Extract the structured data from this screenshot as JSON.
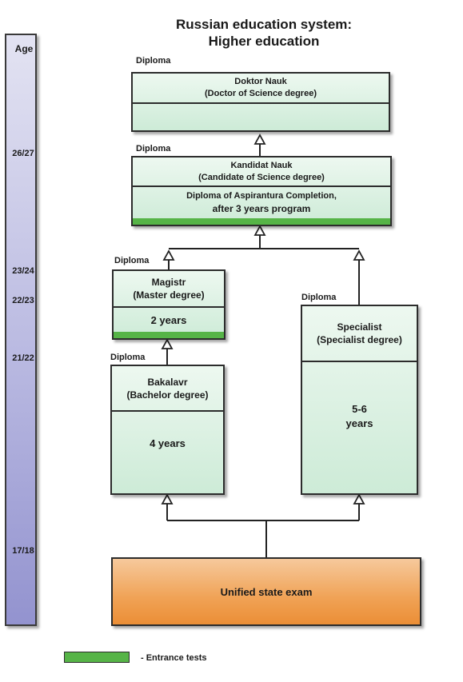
{
  "title": {
    "line1": "Russian education system:",
    "line2": "Higher education"
  },
  "age_axis": {
    "heading": "Age",
    "marks": [
      {
        "label": "26/27"
      },
      {
        "label": "23/24"
      },
      {
        "label": "22/23"
      },
      {
        "label": "21/22"
      },
      {
        "label": "17/18"
      }
    ]
  },
  "diploma_label": "Diploma",
  "boxes": {
    "doktor": {
      "name": "Doktor Nauk",
      "subtitle": "(Doctor of Science degree)",
      "duration": ""
    },
    "kandidat": {
      "name": "Kandidat Nauk",
      "subtitle": "(Candidate of Science degree)",
      "duration_line1": "Diploma of Aspirantura Completion,",
      "duration_line2": "after 3 years program"
    },
    "magistr": {
      "name": "Magistr",
      "subtitle": "(Master degree)",
      "duration": "2 years"
    },
    "bakalavr": {
      "name": "Bakalavr",
      "subtitle": "(Bachelor degree)",
      "duration": "4 years"
    },
    "specialist": {
      "name": "Specialist",
      "subtitle": "(Specialist degree)",
      "duration_line1": "5-6",
      "duration_line2": "years"
    },
    "exam": {
      "label": "Unified state exam"
    }
  },
  "legend": {
    "label": "- Entrance tests",
    "color": "#56b447"
  },
  "colors": {
    "box_fill": "#cdebd7",
    "exam_fill": "#f0a255",
    "age_bar": "#9393cf",
    "entrance": "#56b447"
  }
}
